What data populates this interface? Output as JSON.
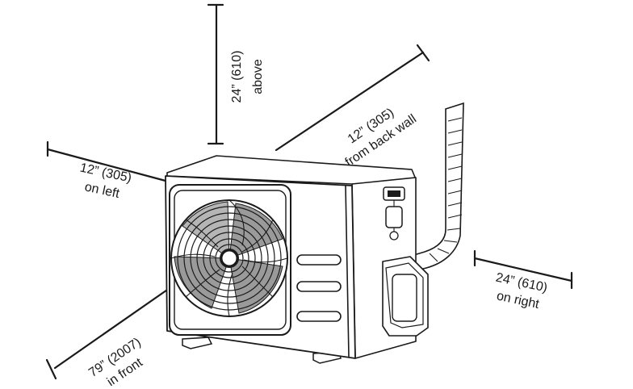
{
  "clearances": {
    "above": {
      "value": "24” (610)",
      "direction": "above"
    },
    "back": {
      "value": "12” (305)",
      "direction": "from back wall"
    },
    "left": {
      "value": "12” (305)",
      "direction": "on left"
    },
    "right": {
      "value": "24” (610)",
      "direction": "on right"
    },
    "front": {
      "value": "79” (2007)",
      "direction": "in front"
    }
  },
  "icons": [
    "condenser-unit",
    "fan",
    "refrigerant-line"
  ]
}
